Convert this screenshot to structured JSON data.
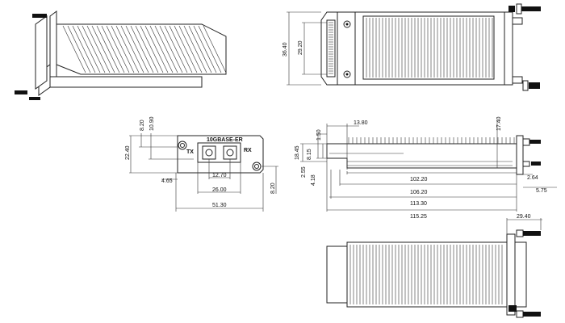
{
  "front_view": {
    "model_label": "10GBASE-ER",
    "tx_label": "TX",
    "rx_label": "RX",
    "dims": {
      "d_8_20_top": "8.20",
      "d_10_90": "10.90",
      "d_22_40": "22.40",
      "d_4_65": "4.65",
      "d_12_70": "12.70",
      "d_26_00": "26.00",
      "d_51_30": "51.30",
      "d_8_20_right": "8.20"
    }
  },
  "top_view": {
    "dims": {
      "d_36_40": "36.40",
      "d_29_20": "29.20"
    }
  },
  "side_view": {
    "dims": {
      "d_13_80": "13.80",
      "d_17_40": "17.40",
      "d_1_50": "1.50",
      "d_18_45": "18.45",
      "d_8_15": "8.15",
      "d_2_55": "2.55",
      "d_4_18": "4.18",
      "d_102_20": "102.20",
      "d_106_20": "106.20",
      "d_113_30": "113.30",
      "d_115_25": "115.25",
      "d_2_64": "2.64",
      "d_5_75": "5.75"
    }
  },
  "bottom_view": {
    "dims": {
      "d_29_40": "29.40"
    }
  }
}
